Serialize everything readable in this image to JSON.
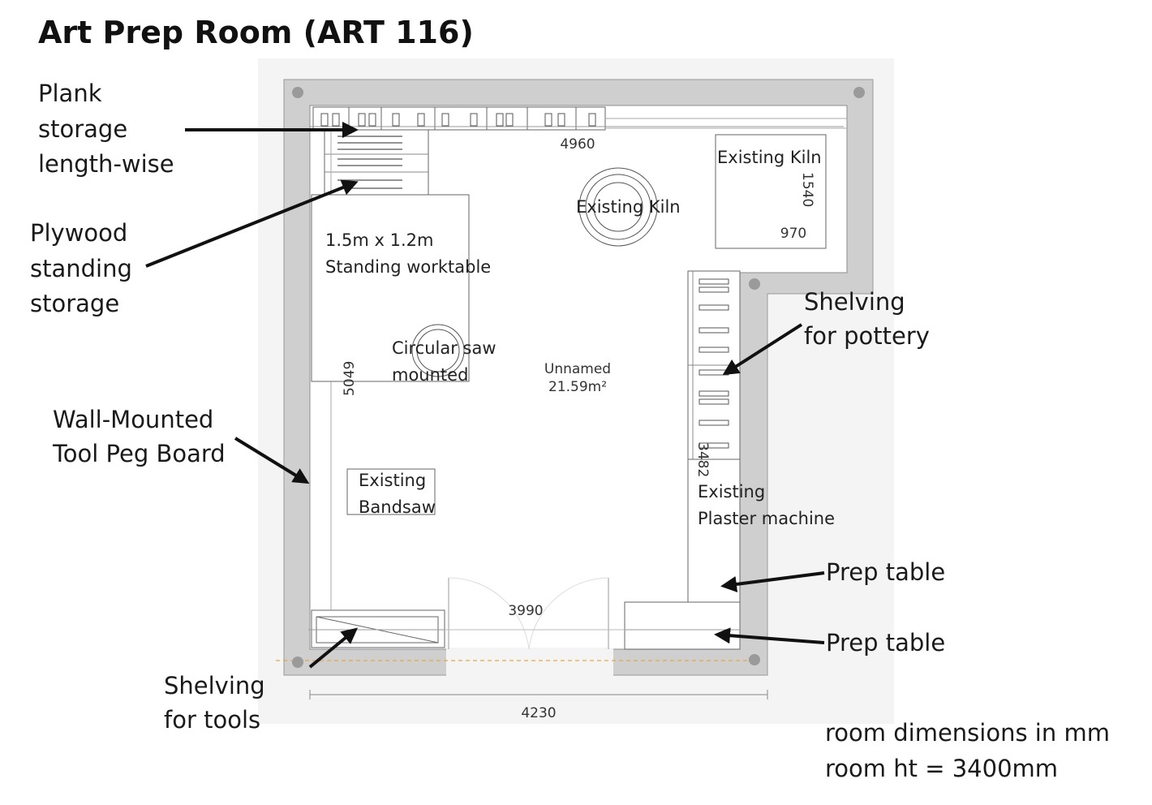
{
  "title": "Art Prep Room (ART 116)",
  "callouts": {
    "plank_storage": [
      "Plank",
      "storage",
      "length-wise"
    ],
    "plywood_storage": [
      "Plywood",
      "standing",
      "storage"
    ],
    "peg_board": [
      "Wall-Mounted",
      "Tool Peg Board"
    ],
    "shelving_tools": [
      "Shelving",
      "for tools"
    ],
    "shelving_pottery": [
      "Shelving",
      "for pottery"
    ],
    "prep_table_1": "Prep table",
    "prep_table_2": "Prep table"
  },
  "room": {
    "name": "Unnamed",
    "area": "21.59m²"
  },
  "items": {
    "kiln_round": "Existing Kiln",
    "kiln_box": "Existing Kiln",
    "worktable_size": "1.5m x 1.2m",
    "worktable_name": "Standing worktable",
    "saw_line1": "Circular saw",
    "saw_line2": "mounted",
    "bandsaw_line1": "Existing",
    "bandsaw_line2": "Bandsaw",
    "plaster_line1": "Existing",
    "plaster_line2": "Plaster machine"
  },
  "dimensions": {
    "top_width": "4960",
    "kiln_depth": "1540",
    "kiln_width": "970",
    "left_length": "5049",
    "shelf_length": "3482",
    "door_width": "3990",
    "bottom_width": "4230"
  },
  "notes": {
    "units": "room dimensions in mm",
    "height": "room ht = 3400mm"
  }
}
